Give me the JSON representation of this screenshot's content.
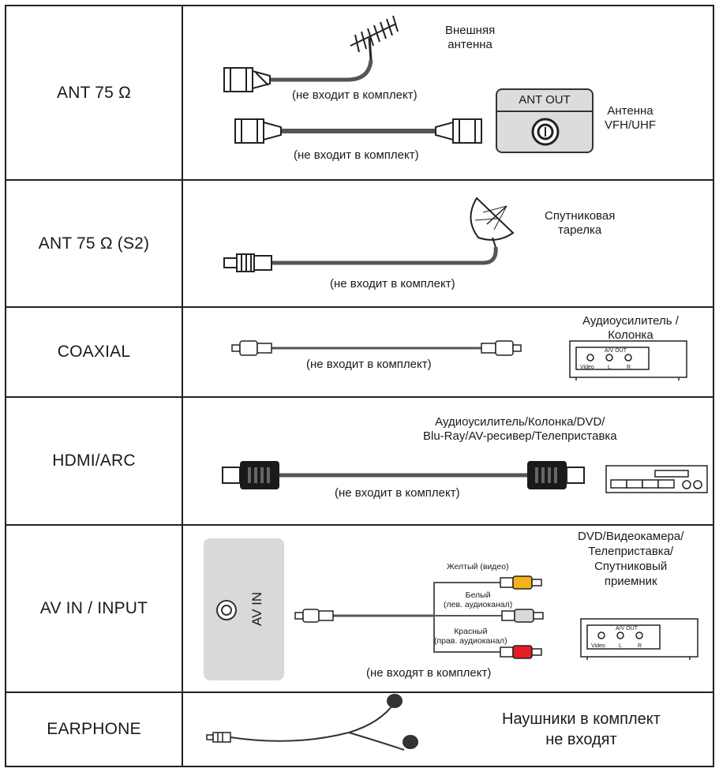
{
  "rows": [
    {
      "label": "ANT 75 Ω",
      "antenna_label": "Внешняя\nантенна",
      "note1": "(не входит в комплект)",
      "note2": "(не входит в комплект)",
      "port_label": "ANT OUT",
      "device_label": "Антенна\nVFH/UHF"
    },
    {
      "label": "ANT 75 Ω (S2)",
      "dish_label": "Спутниковая\nтарелка",
      "note": "(не входит в комплект)"
    },
    {
      "label": "COAXIAL",
      "device_label": "Аудиоусилитель /\nКолонка",
      "note": "(не входит в комплект)",
      "device_panel": {
        "title": "A/V OUT",
        "ports": [
          "Video",
          "L",
          "R"
        ]
      }
    },
    {
      "label": "HDMI/ARC",
      "device_label": "Аудиоусилитель/Колонка/DVD/\nBlu-Ray/AV-ресивер/Телеприставка",
      "note": "(не входит в комплект)"
    },
    {
      "label": "AV IN / INPUT",
      "panel_label": "AV IN",
      "device_label": "DVD/Видеокамера/\nТелеприставка/\nСпутниковый\nприемник",
      "yellow": "Желтый (видео)",
      "white": "Белый\n(лев. аудиоканал)",
      "red": "Красный\n(прав. аудиоканал)",
      "note": "(не входят в комплект)",
      "device_panel": {
        "title": "A/V OUT",
        "ports": [
          "Video",
          "L",
          "R"
        ]
      },
      "colors": {
        "yellow": "#f2b21b",
        "white": "#d9d9d9",
        "red": "#e31e24"
      }
    },
    {
      "label": "EARPHONE",
      "note": "Наушники в комплект\nне входят"
    }
  ]
}
